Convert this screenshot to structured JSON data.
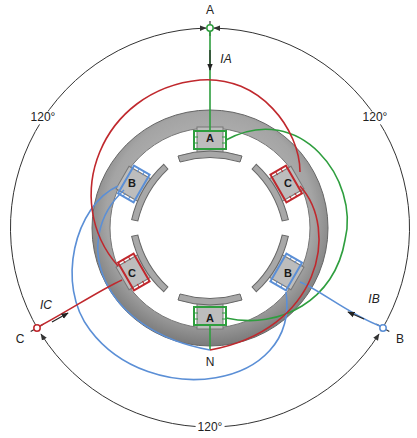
{
  "diagram": {
    "labels": [
      "A",
      "IA",
      "120°",
      "120°",
      "A",
      "C",
      "B",
      "B",
      "C",
      "A",
      "N",
      "IB",
      "B",
      "IC",
      "C",
      "120°"
    ]
  }
}
